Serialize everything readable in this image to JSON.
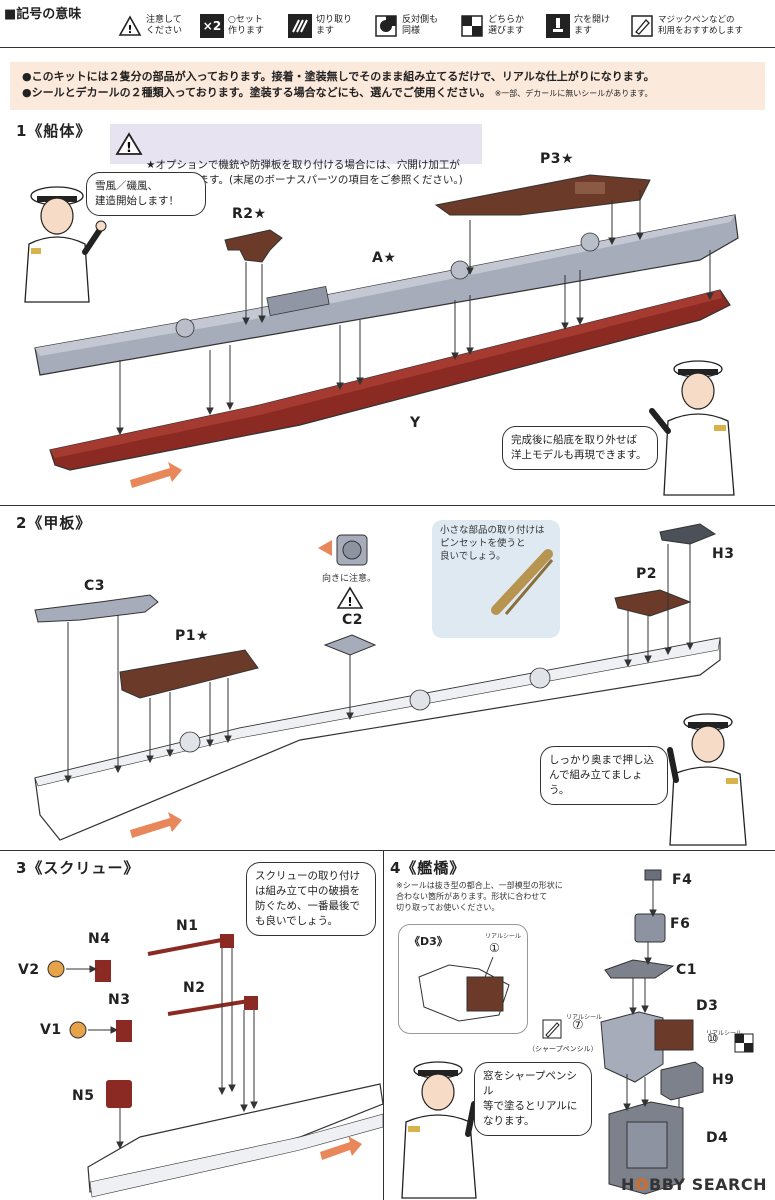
{
  "legend": {
    "title": "■記号の意味",
    "items": [
      {
        "icon": "caution-icon",
        "text": "注意して\nください"
      },
      {
        "icon": "multiply-two-icon",
        "glyph": "×2",
        "text": "○セット\n作ります"
      },
      {
        "icon": "cut-icon",
        "text": "切り取り\nます"
      },
      {
        "icon": "symmetric-icon",
        "text": "反対側も\n同様"
      },
      {
        "icon": "choose-icon",
        "text": "どちらか\n選びます"
      },
      {
        "icon": "drill-hole-icon",
        "text": "穴を開け\nます"
      },
      {
        "icon": "marker-pen-icon",
        "text": "マジックペンなどの\n利用をおすすめします"
      }
    ]
  },
  "notes": {
    "line1": "●このキットには２隻分の部品が入っております。接着・塗装無しでそのまま組み立てるだけで、リアルな仕上がりになります。",
    "line2": "●シールとデカールの２種類入っております。塗装する場合などにも、選んでご使用ください。",
    "line2_small": "※一部、デカールに無いシールがあります。"
  },
  "section1": {
    "title": "1《船体》",
    "callout": "★オプションで機銃や防弾板を取り付ける場合には、穴開け加工が\n必要になります。(末尾のボーナスパーツの項目をご参照ください。)",
    "bubble_left": "雪風／磯風、\n建造開始します！",
    "bubble_right": "完成後に船底を取り外せば\n洋上モデルも再現できます。",
    "labels": {
      "r2": "R2★",
      "p3": "P3★",
      "a": "A★",
      "y": "Y"
    }
  },
  "section2": {
    "title": "2《甲板》",
    "orientation_note": "向きに注意。",
    "tweezers_note": "小さな部品の取り付けは\nピンセットを使うと\n良いでしょう。",
    "bubble": "しっかり奥まで押し込\nんで組み立てましょう。",
    "labels": {
      "c3": "C3",
      "p1": "P1★",
      "c2": "C2",
      "p2": "P2",
      "h3": "H3"
    }
  },
  "section3": {
    "title": "3《スクリュー》",
    "bubble": "スクリューの取り付け\nは組み立て中の破損を\n防ぐため、一番最後で\nも良いでしょう。",
    "labels": {
      "n1": "N1",
      "n4": "N4",
      "v2": "V2",
      "n2": "N2",
      "n3": "N3",
      "v1": "V1",
      "n5": "N5"
    }
  },
  "section4": {
    "title": "4《艦橋》",
    "sticker_note": "※シールは抜き型の都合上、一部模型の形状に\n合わない箇所があります。形状に合わせて\n切り取ってお使いください。",
    "d3_box_label": "《D3》",
    "real_seal": "リアルシール",
    "num1": "①",
    "num7": "⑦",
    "num10": "⑩",
    "pencil_label": "（シャープペンシル）",
    "bubble": "窓をシャープペンシル\n等で塗るとリアルに\nなります。",
    "labels": {
      "f4": "F4",
      "f6": "F6",
      "c1": "C1",
      "d3": "D3",
      "h9": "H9",
      "d4": "D4"
    }
  },
  "watermark": {
    "prefix": "H",
    "o": "O",
    "suffix": "BBY SEARCH"
  },
  "colors": {
    "hull_gray": "#a6acba",
    "hull_red": "#8b2a22",
    "deck_brown": "#6b3a28",
    "callout_purple": "#e8e3f1",
    "notes_peach": "#fbe9dc",
    "arrow_orange": "#e8875a"
  }
}
